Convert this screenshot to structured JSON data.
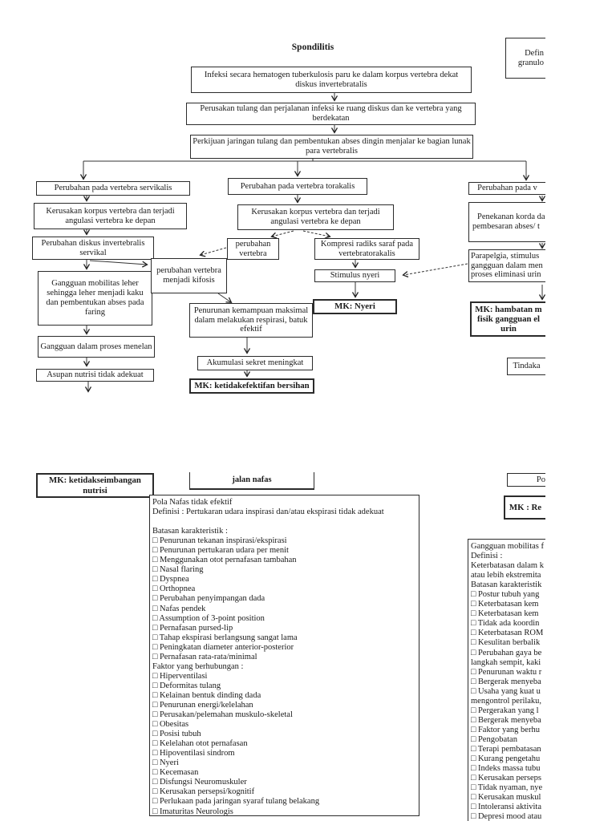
{
  "title": "Spondilitis",
  "top_chain": {
    "infeksi": "Infeksi secara hematogen tuberkulosis paru ke dalam korpus vertebra dekat diskus invertebratalis",
    "perusakan": "Perusakan tulang dan perjalanan infeksi ke ruang diskus dan ke vertebra yang berdekatan",
    "perkijuan": "Perkijuan jaringan tulang dan pembentukan abses dingin menjalar ke bagian lunak para vertebralis"
  },
  "cut_box_top_right": {
    "lines": [
      "Defin",
      "granulo"
    ]
  },
  "cervical": {
    "header": "Perubahan pada vertebra servikalis",
    "kerusakan": "Kerusakan korpus vertebra dan terjadi angulasi vertebra ke depan",
    "diskus": "Perubahan diskus invertebralis servikal",
    "mobilitas": "Gangguan mobilitas leher sehingga leher menjadi kaku dan pembentukan abses pada faring",
    "menelan": "Gangguan dalam proses menelan",
    "asupan": "Asupan nutrisi tidak adekuat"
  },
  "thoracic": {
    "header": "Perubahan pada vertebra torakalis",
    "kerusakan": "Kerusakan korpus vertebra dan terjadi angulasi vertebra ke depan",
    "perubahan_vertebra": "perubahan vertebra",
    "kompresi": "Kompresi radiks saraf pada vertebratorakalis",
    "kifosis": "perubahan vertebra menjadi kifosis",
    "stimulus": "Stimulus nyeri",
    "mk_nyeri": "MK: Nyeri",
    "penurunan": "Penurunan kemampuan maksimal dalam melakukan respirasi, batuk efektif",
    "akumulasi": "Akumulasi sekret meningkat",
    "mk_bersihan": "MK: ketidakefektifan bersihan"
  },
  "spinal": {
    "header": "Perubahan pada v",
    "penekanan": [
      "Penekanan korda da",
      "pembesaran abses/ t"
    ],
    "parapelgia": [
      "Parapelgia, stimulus",
      "gangguan dalam men",
      "proses eliminasi urin"
    ],
    "mk_hambatan": [
      "MK: hambatan m",
      "fisik gangguan el",
      "urin"
    ],
    "tindakan": "Tindaka"
  },
  "bottom_left": {
    "mk_nutrisi": "MK: ketidakseimbangan nutrisi",
    "jalan_nafas": "jalan nafas",
    "breathing_lines": [
      "Pola Nafas tidak efektif",
      "Definisi : Pertukaran udara inspirasi dan/atau ekspirasi tidak adekuat",
      "",
      "Batasan karakteristik :",
      "□ Penurunan tekanan inspirasi/ekspirasi",
      "□ Penurunan pertukaran udara per menit",
      "□ Menggunakan otot pernafasan tambahan",
      "□ Nasal flaring",
      "□ Dyspnea",
      "□ Orthopnea",
      "□ Perubahan penyimpangan dada",
      "□ Nafas pendek",
      "□ Assumption of 3-point position",
      "□ Pernafasan pursed-lip",
      "□ Tahap ekspirasi berlangsung sangat lama",
      "□ Peningkatan diameter anterior-posterior",
      "□ Pernafasan rata-rata/minimal",
      "Faktor yang berhubungan :",
      "□ Hiperventilasi",
      "□ Deformitas tulang",
      "□ Kelainan bentuk dinding dada",
      "□ Penurunan energi/kelelahan",
      "□ Perusakan/pelemahan muskulo-skeletal",
      "□ Obesitas",
      "□ Posisi tubuh",
      "□ Kelelahan otot pernafasan",
      "□ Hipoventilasi sindrom",
      "□ Nyeri",
      "□ Kecemasan",
      "□ Disfungsi Neuromuskuler",
      "□ Kerusakan persepsi/kognitif",
      "□ Perlukaan pada jaringan syaraf tulang belakang",
      "□ Imaturitas Neurologis"
    ]
  },
  "bottom_right": {
    "po": "Po",
    "mk_re": "MK : Re",
    "mobility_lines": [
      "Gangguan mobilitas f",
      "Definisi :",
      "Keterbatasan dalam k",
      "atau lebih ekstremita",
      "Batasan karakteristik",
      "□ Postur tubuh yang",
      "□ Keterbatasan kem",
      "□ Keterbatasan kem",
      "□ Tidak ada koordin",
      "□ Keterbatasan ROM",
      "□ Kesulitan berbalik",
      "□ Perubahan gaya be",
      "langkah sempit, kaki",
      "□ Penurunan waktu r",
      "□ Bergerak menyeba",
      "□ Usaha yang kuat u",
      "mengontrol perilaku,",
      "□ Pergerakan yang l",
      "□ Bergerak menyeba",
      "□ Faktor yang berhu",
      "□ Pengobatan",
      "□ Terapi pembatasan",
      "□ Kurang pengetahu",
      "□ Indeks massa tubu",
      "□ Kerusakan perseps",
      "□ Tidak nyaman, nye",
      "□ Kerusakan muskul",
      "□ Intoleransi aktivita",
      "□ Depresi mood atau"
    ]
  }
}
